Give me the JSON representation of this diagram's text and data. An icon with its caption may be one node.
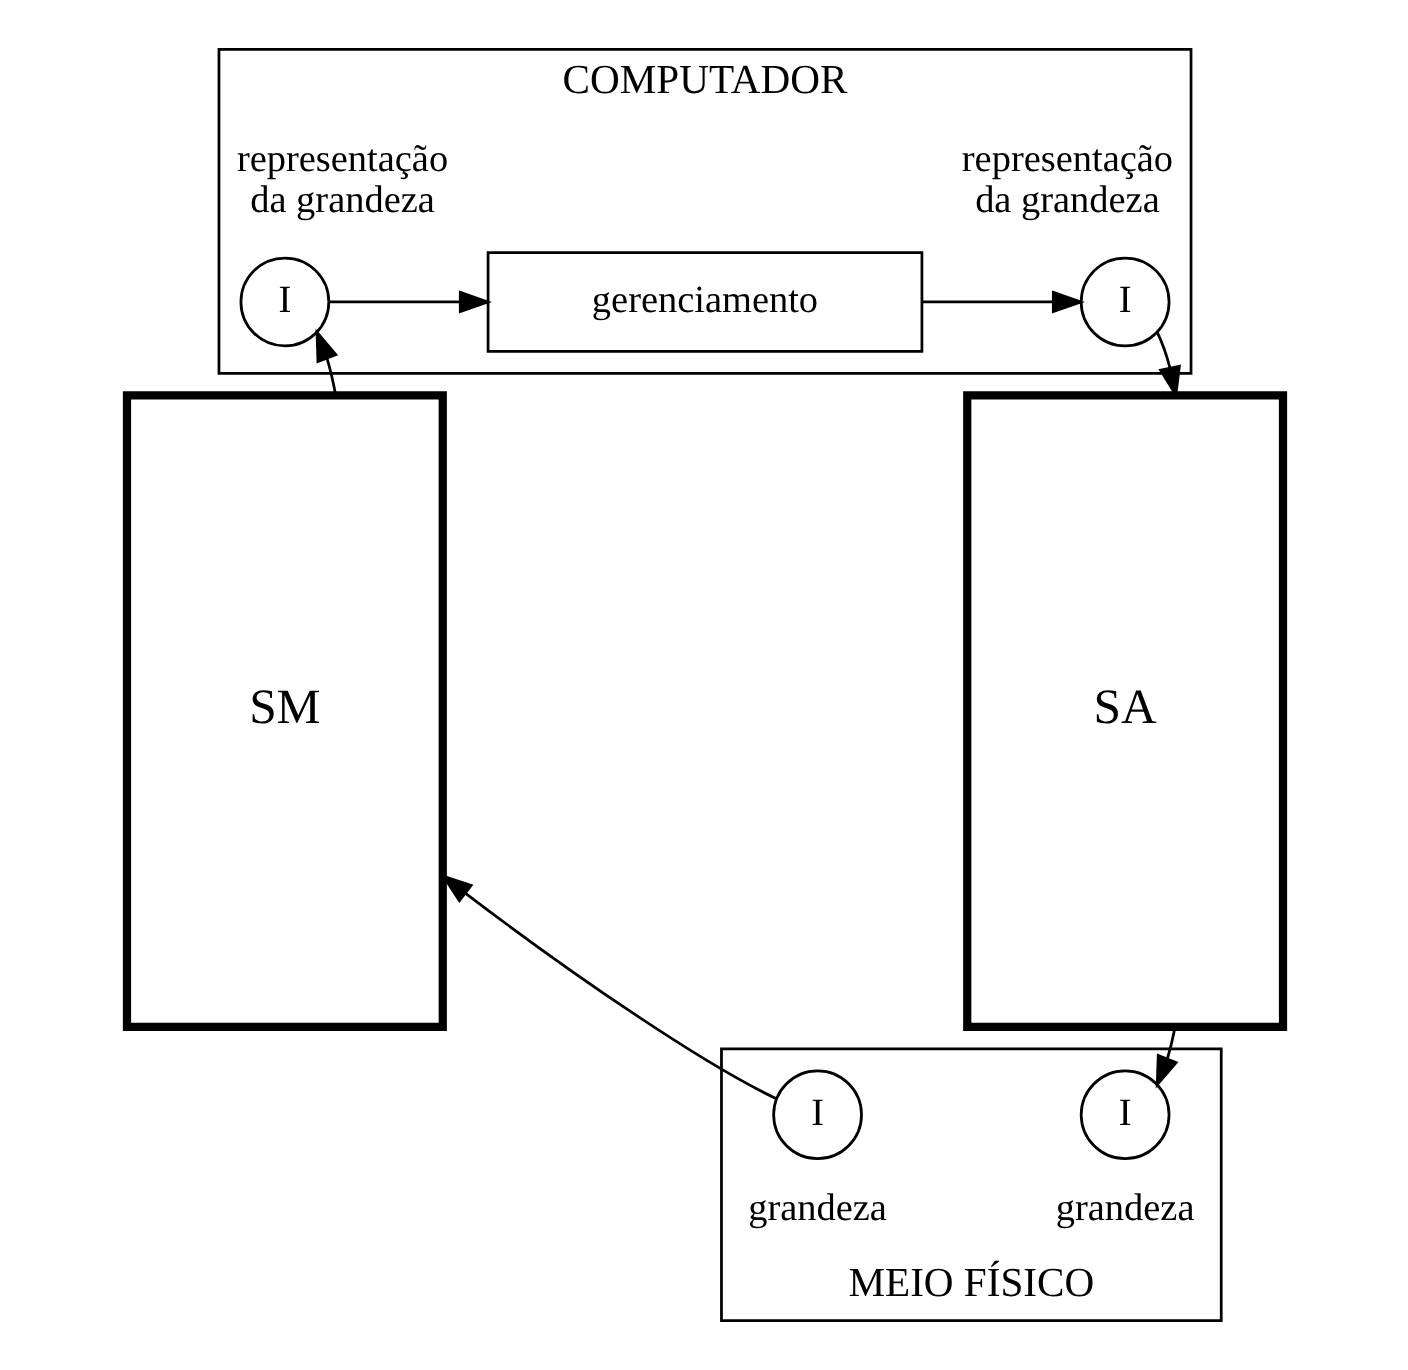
{
  "diagram": {
    "nodes": [
      {
        "text": [
          "COMPUTADOR"
        ]
      },
      {
        "text": [
          "MEIO FÍSICO"
        ]
      },
      {
        "text": [
          "SM"
        ]
      },
      {
        "text": [
          "SA"
        ]
      },
      {
        "text": [
          "I"
        ],
        "in": 0,
        "beside": [
          "representação da grandeza"
        ]
      },
      {
        "text": [
          "gerenciamento"
        ],
        "in": 0
      },
      {
        "text": [
          "I"
        ],
        "in": 0,
        "beside": [
          "representação da grandeza"
        ]
      },
      {
        "text": [
          "I"
        ],
        "in": 1,
        "beside": [
          "grandeza"
        ]
      },
      {
        "text": [
          "I"
        ],
        "in": 1,
        "beside": [
          "grandeza"
        ]
      }
    ],
    "edges": [
      {
        "from": 2,
        "to": 4,
        "arrow": "to"
      },
      {
        "from": 4,
        "to": 5,
        "arrow": "to"
      },
      {
        "from": 5,
        "to": 6,
        "arrow": "to"
      },
      {
        "from": 6,
        "to": 3,
        "arrow": "to"
      },
      {
        "from": 7,
        "to": 2,
        "arrow": "to"
      },
      {
        "from": 3,
        "to": 8,
        "arrow": "to"
      }
    ]
  }
}
